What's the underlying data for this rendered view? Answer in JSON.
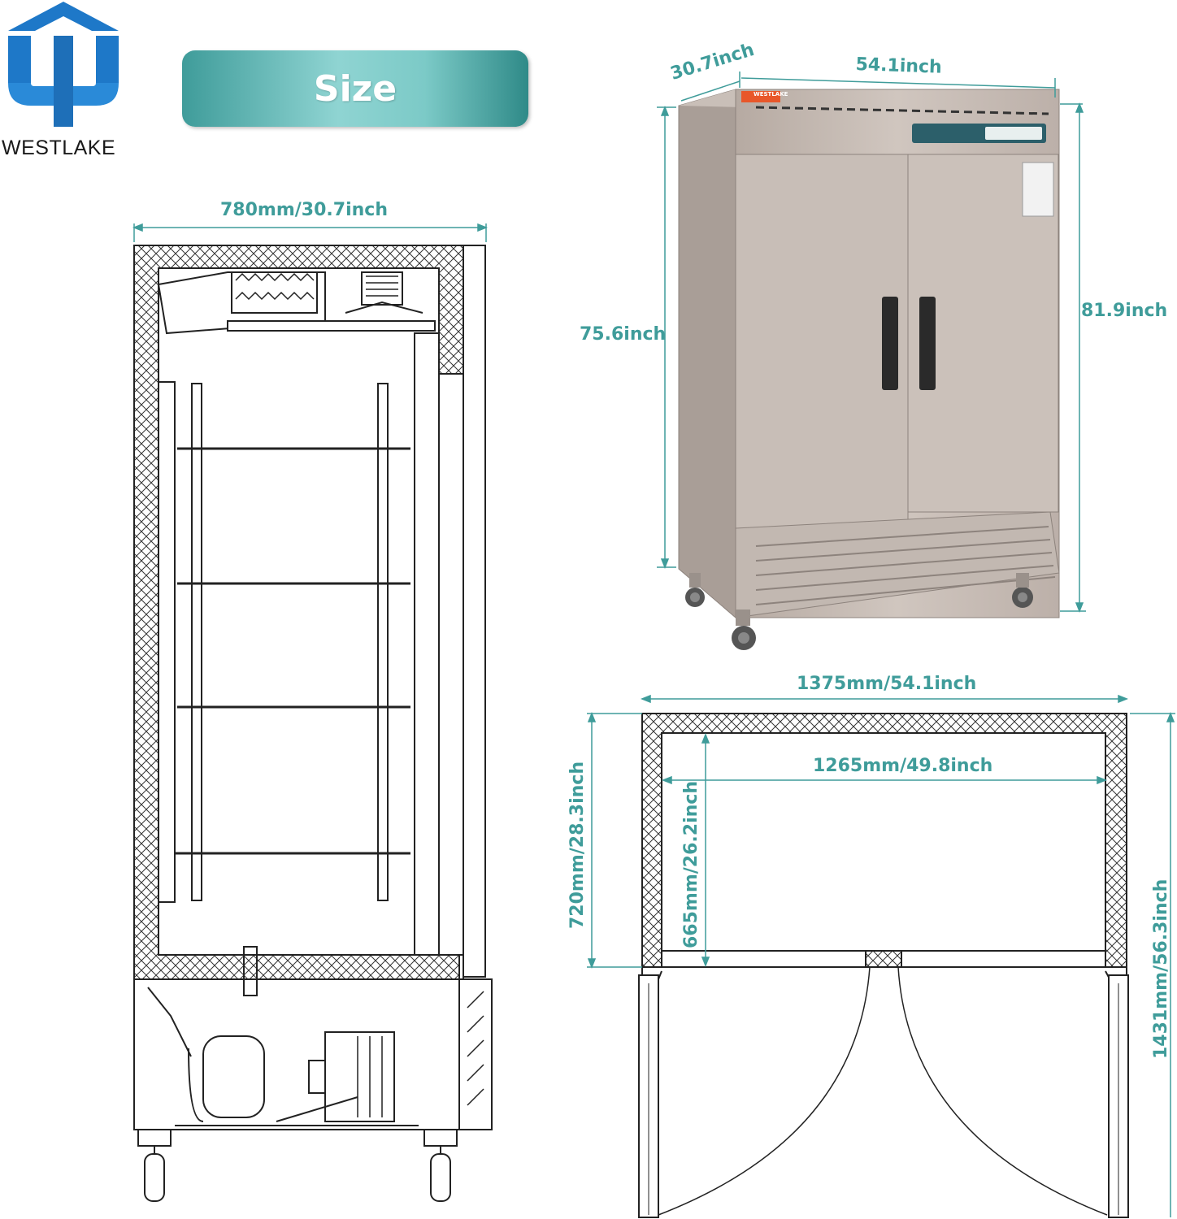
{
  "brand": {
    "name": "WESTLAKE"
  },
  "banner": {
    "label": "Size"
  },
  "colors": {
    "accent": "#3f9c9a",
    "brand_blue": "#1e78c8",
    "brand_light": "#3b9ad9",
    "line": "#222222"
  },
  "side_view": {
    "width_label": "780mm/30.7inch"
  },
  "photo": {
    "depth_label": "30.7inch",
    "width_label": "54.1inch",
    "cabinet_height_label": "75.6inch",
    "total_height_label": "81.9inch",
    "panel_text": "WESTLAKE"
  },
  "top_view": {
    "outer_width_label": "1375mm/54.1inch",
    "inner_width_label": "1265mm/49.8inch",
    "outer_depth_label": "720mm/28.3inch",
    "inner_depth_label": "665mm/26.2inch",
    "door_open_depth_label": "1431mm/56.3inch"
  }
}
